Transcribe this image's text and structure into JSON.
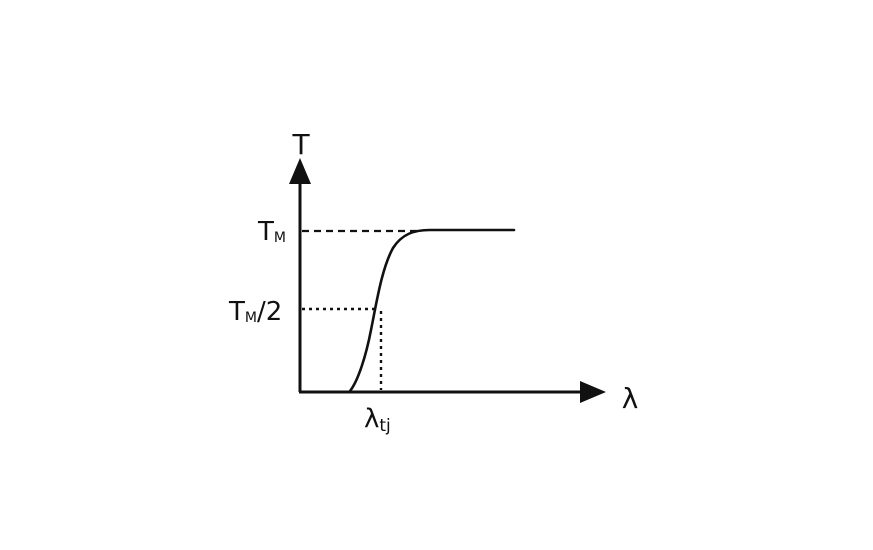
{
  "axes": {
    "y_label": "T",
    "x_label": "λ"
  },
  "labels": {
    "tm_main": "T",
    "tm_sub": "M",
    "tm_half_main": "T",
    "tm_half_sub": "M",
    "tm_half_suffix": "/2",
    "lambda_tj_main": "λ",
    "lambda_tj_sub": "tj"
  },
  "colors": {
    "stroke": "#111111",
    "background": "#ffffff"
  }
}
